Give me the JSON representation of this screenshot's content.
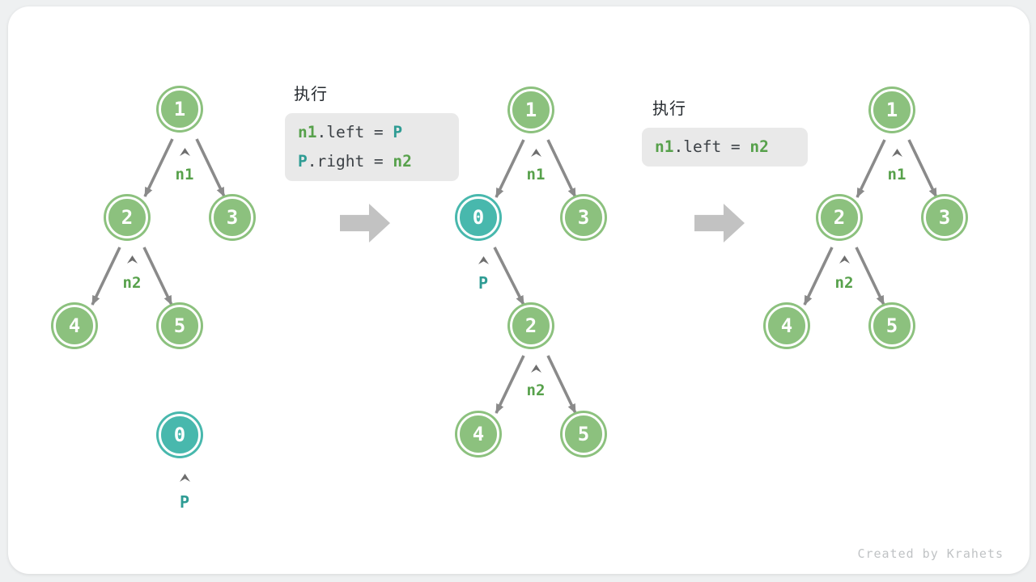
{
  "colors": {
    "node_green": "#8cc17e",
    "node_teal": "#48b8ad",
    "label_green": "#57a14b",
    "label_teal": "#2f9c94",
    "edge_gray": "#8a8a8a",
    "block_arrow_gray": "#c2c2c2",
    "code_box_bg": "#e9e9e9",
    "code_text": "#3c4146",
    "card_bg": "#ffffff",
    "page_bg": "#eef0f1"
  },
  "watermark": "Created by Krahets",
  "panel1": {
    "title": "执行",
    "line1": {
      "kw1": "n1",
      "mid": ".left = ",
      "kw2": "P"
    },
    "line2": {
      "kw1": "P",
      "mid": ".right = ",
      "kw2": "n2"
    }
  },
  "panel2": {
    "title": "执行",
    "line1": {
      "kw1": "n1",
      "mid": ".left = ",
      "kw2": "n2"
    }
  },
  "trees": {
    "left": {
      "n1": "1",
      "n2": "2",
      "n3": "3",
      "n4": "4",
      "n5": "5",
      "p": "0",
      "label_n1": "n1",
      "label_n2": "n2",
      "label_p": "P"
    },
    "middle": {
      "n1": "1",
      "p": "0",
      "n3": "3",
      "n2": "2",
      "n4": "4",
      "n5": "5",
      "label_n1": "n1",
      "label_p": "P",
      "label_n2": "n2"
    },
    "right": {
      "n1": "1",
      "n2": "2",
      "n3": "3",
      "n4": "4",
      "n5": "5",
      "label_n1": "n1",
      "label_n2": "n2"
    }
  }
}
